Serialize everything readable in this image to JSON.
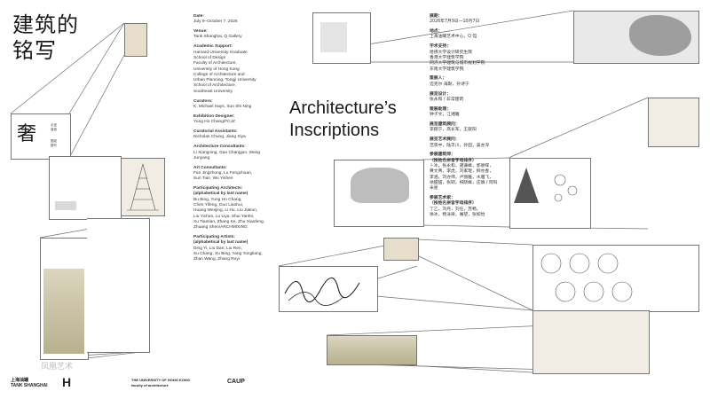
{
  "titles": {
    "cn": "建筑的\n铭写",
    "en": "Architecture’s\nInscriptions"
  },
  "colors": {
    "text": "#1a1a1a",
    "line": "#6e6e6e",
    "background": "#ffffff"
  },
  "info_en": [
    {
      "heading": "Date:",
      "body": "July 9–October 7, 2026"
    },
    {
      "heading": "Venue:",
      "body": "Tank Shanghai, Q Gallery"
    },
    {
      "heading": "Academic Support:",
      "body": "Harvard University Graduate\nSchool of Design\nFaculty of Architecture,\nUniversity of Hong Kong\nCollege of Architecture and\nUrban Planning, Tongji University\nSchool of Architecture,\nSoutheast University"
    },
    {
      "heading": "Curators:",
      "body": "K. Michael Hays, Sun Shi Ning"
    },
    {
      "heading": "Exhibition Designer:",
      "body": "Yung Ho Chang/FCJZ"
    },
    {
      "heading": "Curatorial Assistants:",
      "body": "Nicholas Chung, Jiang Xiya"
    },
    {
      "heading": "Architecture Consultants:",
      "body": "Li Xiangning, Gao Changjun, Wang Junyang"
    },
    {
      "heading": "Art Consultants:",
      "body": "Fan Jingzhong, Lu Fengchuan,\nSun Tian, Wu Yishen"
    },
    {
      "heading": "Participating Architects:\n(alphabetical by last name)",
      "body": "Bu Bing, Yung Ho Chang,\nChen Yifeng, Guo Liaohui,\nHuang Wenjing, Li Hu, Liu Jiakun,\nLiu Yichun, Lu Liya, Shui Yanfei,\nXu Tiantian, Zhang Ke, Zhu Xiaofeng,\nZhuang Shen/ARCHMIXING"
    },
    {
      "heading": "Participating Artists:\n(alphabetical by last name)",
      "body": "Ding Yi, Liu Dan, Liu Ren,\nSu Chang, Xu Bing, Yang Yongliang,\nZhan Wang, Zhang Ruyi"
    }
  ],
  "info_cn": [
    {
      "heading": "展期：",
      "body": "2026年7月9日—10月7日"
    },
    {
      "heading": "地点：",
      "body": "上海油罐艺术中心，Q 馆"
    },
    {
      "heading": "学术支持：",
      "body": "哈佛大学设计研究生院\n香港大学建筑学院\n同济大学建筑与城市规划学院\n东南大学建筑学院"
    },
    {
      "heading": "策展人：",
      "body": "迈克尔·海斯，孙诗宁"
    },
    {
      "heading": "展览设计：",
      "body": "张永和 / 非常建筑"
    },
    {
      "heading": "策展助理：",
      "body": "钟子文，江湘雅"
    },
    {
      "heading": "展览建筑顾问：",
      "body": "李翔宁，高长军，王骏阳"
    },
    {
      "heading": "展览艺术顾问：",
      "body": "范景中，陆丰川，孙田，吴亦深"
    },
    {
      "heading": "参展建筑师：\n（按姓名拼音字母排序）",
      "body": "卜冰，张永和，谌谦峰，郭廖辉，\n黄文菁，李虎，刘家琨，柳亦春，\n李涵，刘亦师，卢丽雅，水雁飞，\n徐甜甜，张轲，祝晓峰，庄慎 / 阿科米星"
    },
    {
      "heading": "参展艺术家：\n（按姓名拼音字母排序）",
      "body": "丁乙，刘丹，刘任，苏畅，\n徐冰，杨泳梁，展望，张如怡"
    }
  ],
  "thumb_text": {
    "seal": "奢",
    "caption_a": "手迹\n营造",
    "caption_b": "图纸\n题写"
  },
  "footer": {
    "logo_1": "上海油罐\nTANK SHANGHAI",
    "logo_2": "H",
    "logo_3": "THE UNIVERSITY OF HONG KONG\nfaculty of architecture",
    "logo_4": "CAUP",
    "watermark": "凤凰艺术"
  }
}
